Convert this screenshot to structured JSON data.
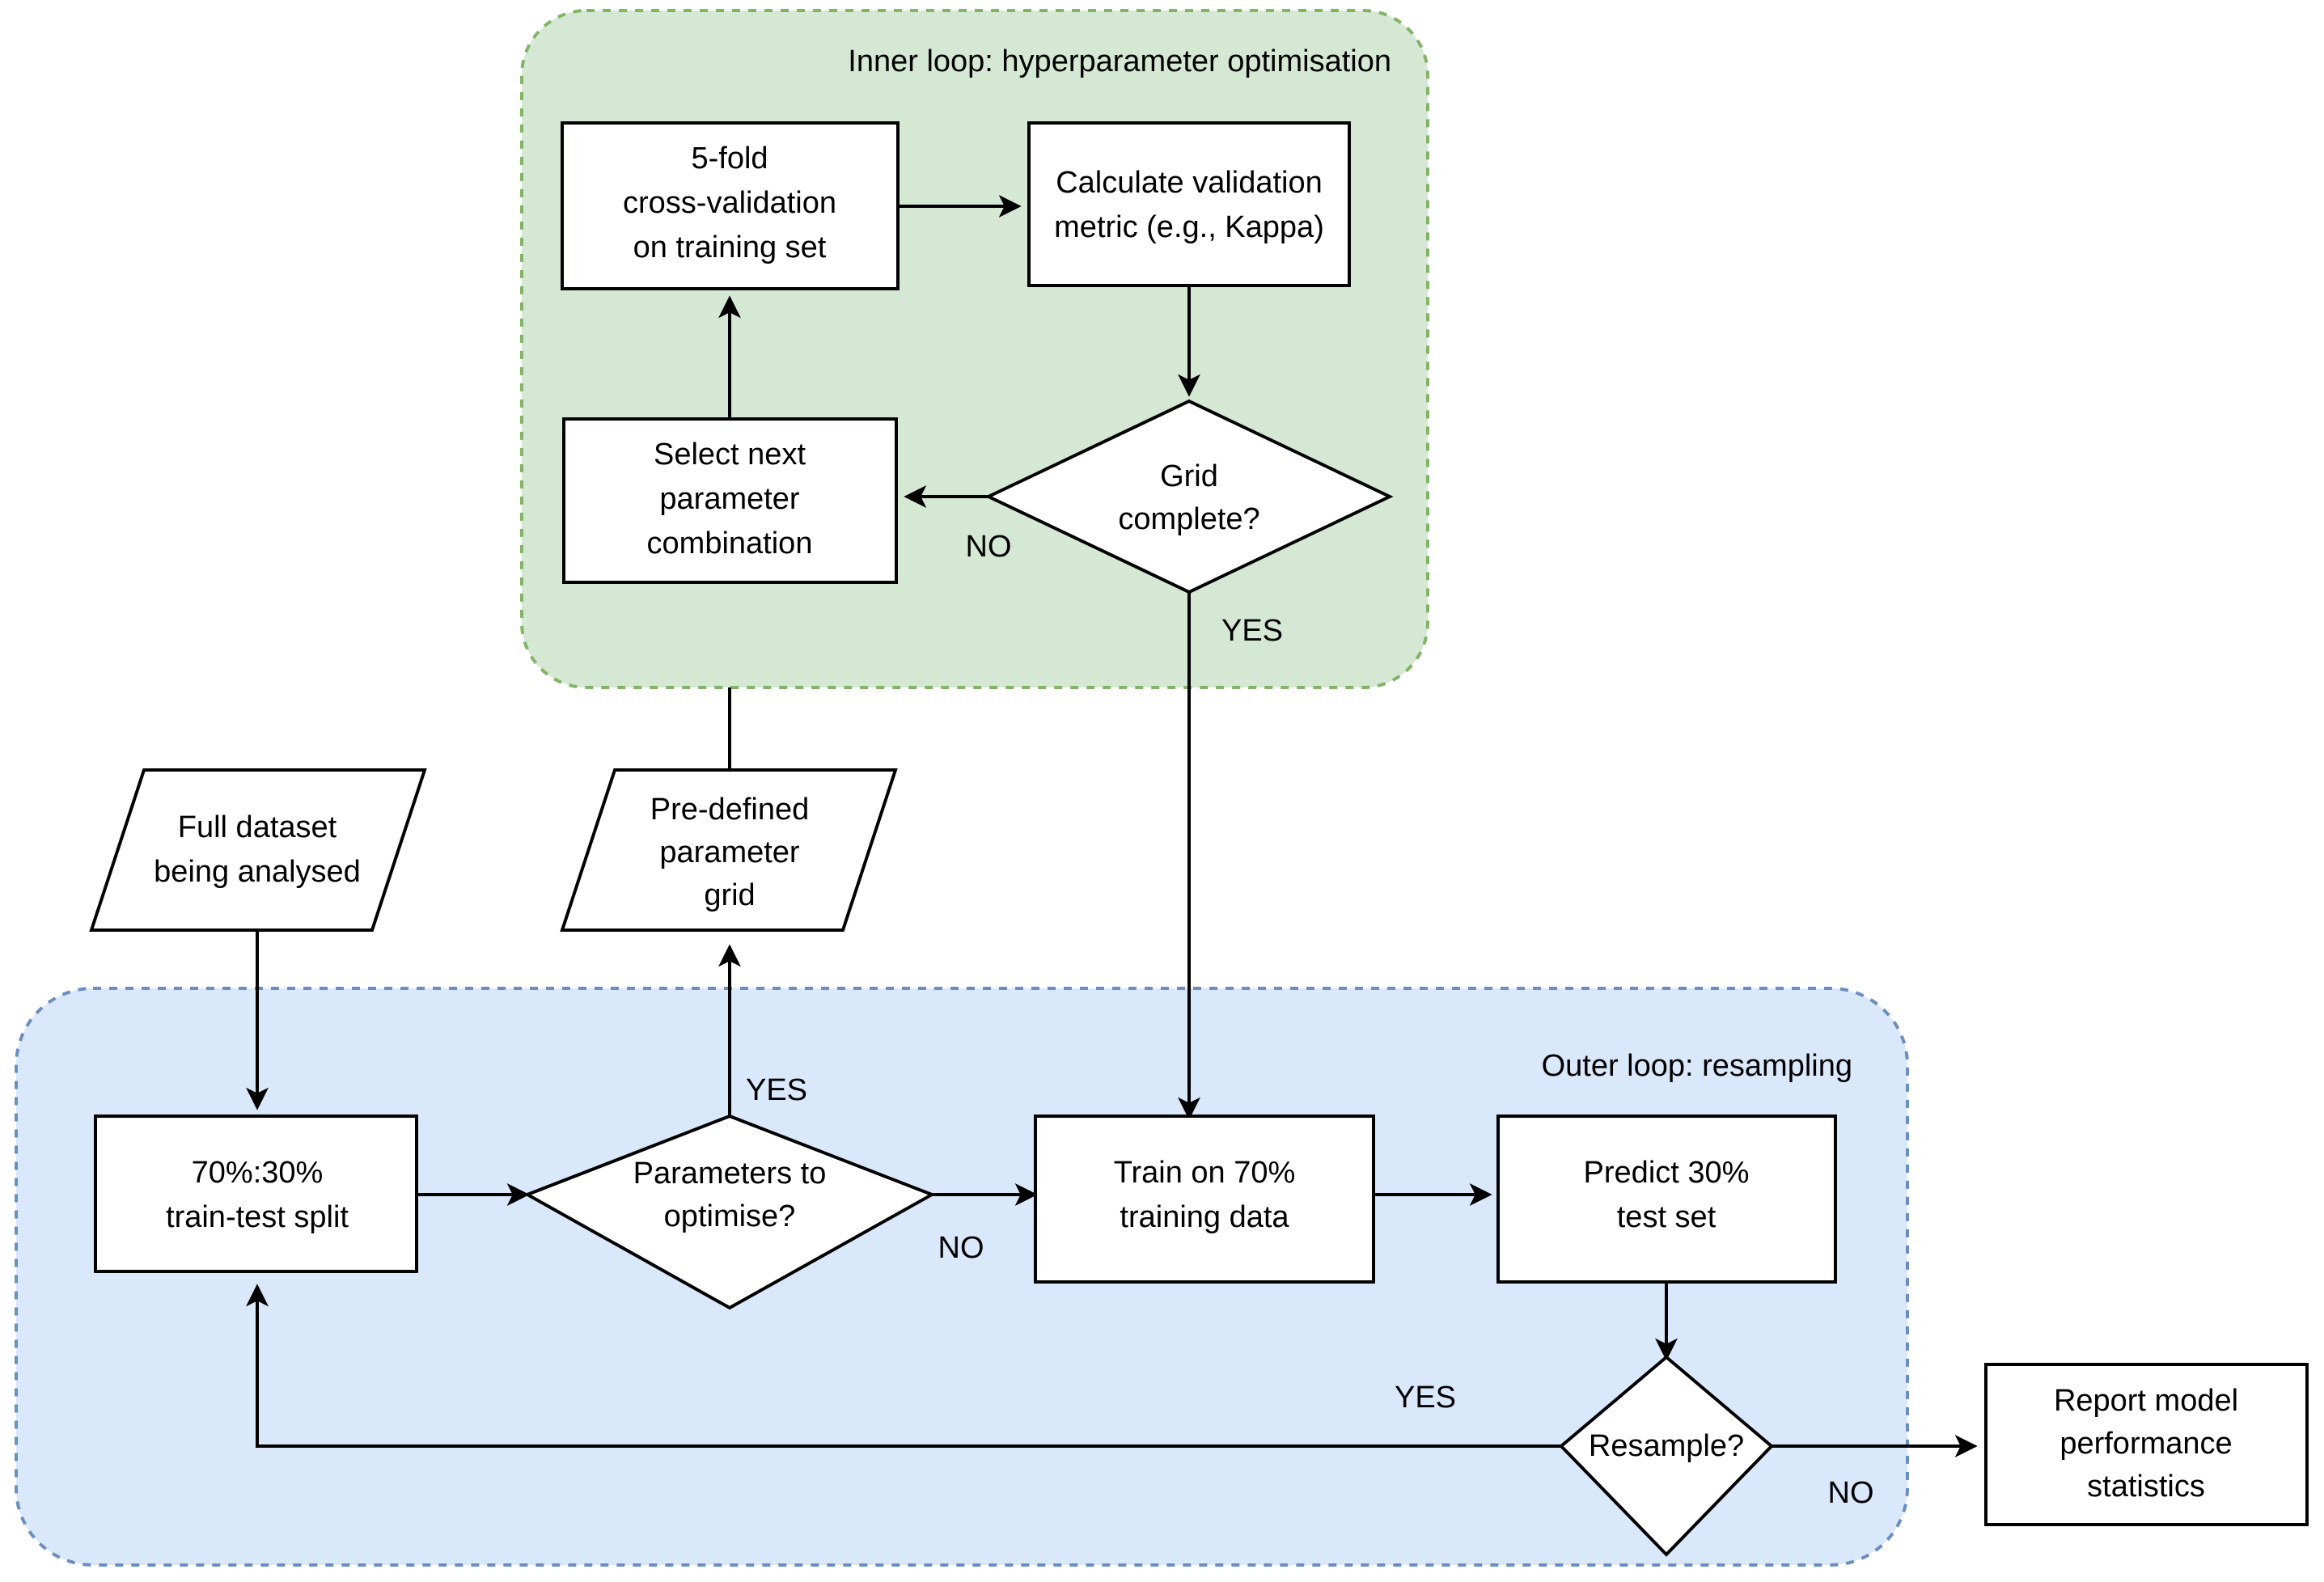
{
  "diagram": {
    "title": "Nested cross-validation workflow flowchart",
    "groups": [
      {
        "id": "inner",
        "label": "Inner loop: hyperparameter optimisation",
        "fill": "#d5e8d4",
        "stroke": "#82b366"
      },
      {
        "id": "outer",
        "label": "Outer loop: resampling",
        "fill": "#dae8fc",
        "stroke": "#6c8ebf"
      }
    ],
    "nodes": {
      "cv": {
        "line1": "5-fold",
        "line2": "cross-validation",
        "line3": "on training set"
      },
      "metric": {
        "line1": "Calculate validation",
        "line2": "metric (e.g., Kappa)"
      },
      "grid_complete": {
        "line1": "Grid",
        "line2": "complete?"
      },
      "select_next": {
        "line1": "Select next",
        "line2": "parameter",
        "line3": "combination"
      },
      "full_dataset": {
        "line1": "Full dataset",
        "line2": "being analysed"
      },
      "param_grid": {
        "line1": "Pre-defined",
        "line2": "parameter",
        "line3": "grid"
      },
      "split": {
        "line1": "70%:30%",
        "line2": "train-test split"
      },
      "params_to_optimise": {
        "line1": "Parameters to",
        "line2": "optimise?"
      },
      "train": {
        "line1": "Train on 70%",
        "line2": "training data"
      },
      "predict": {
        "line1": "Predict 30%",
        "line2": "test set"
      },
      "resample": {
        "line1": "Resample?"
      },
      "report": {
        "line1": "Report model",
        "line2": "performance",
        "line3": "statistics"
      }
    },
    "edge_labels": {
      "grid_no": "NO",
      "grid_yes": "YES",
      "params_yes": "YES",
      "params_no": "NO",
      "resample_yes": "YES",
      "resample_no": "NO"
    },
    "colors": {
      "inner_fill": "#d5e8d4",
      "inner_stroke": "#82b366",
      "outer_fill": "#dae8fc",
      "outer_stroke": "#6c8ebf",
      "node_fill": "#ffffff",
      "node_stroke": "#000000",
      "background": "#ffffff"
    }
  }
}
